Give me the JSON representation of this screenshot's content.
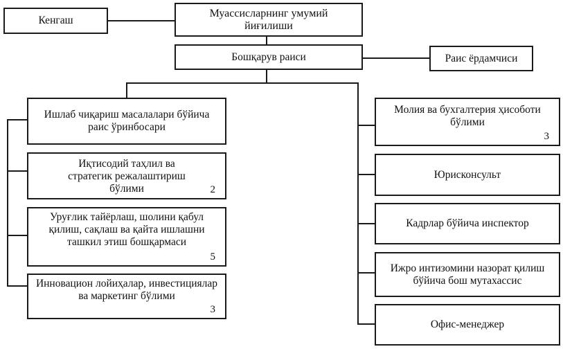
{
  "title": "Organizational structure chart",
  "nodes": {
    "council": {
      "label": "Кенгаш"
    },
    "general_meeting": {
      "label": "Муассисларнинг умумий йиғилиши"
    },
    "board_chairman": {
      "label": "Бошқарув раиси"
    },
    "chairman_assistant": {
      "label": "Раис ёрдамчиси"
    },
    "left_branch": [
      {
        "label": "Ишлаб чиқариш масалалари бўйича раис ўринбосари",
        "count": ""
      },
      {
        "label": "Иқтисодий таҳлил ва стратегик режалаштириш бўлими",
        "count": "2"
      },
      {
        "label": "Уруғлик тайёрлаш, шолини қабул қилиш, сақлаш ва қайта ишлашни ташкил этиш бошқармаси",
        "count": "5"
      },
      {
        "label": "Инновацион лойиҳалар, инвестициялар ва маркетинг бўлими",
        "count": "3"
      }
    ],
    "right_branch": [
      {
        "label": "Молия ва бухгалтерия ҳисоботи бўлими",
        "count": "3"
      },
      {
        "label": "Юрисконсульт",
        "count": ""
      },
      {
        "label": "Кадрлар бўйича инспектор",
        "count": ""
      },
      {
        "label": "Ижро интизомини назорат қилиш бўйича бош мутахассис",
        "count": ""
      },
      {
        "label": "Офис-менеджер",
        "count": ""
      }
    ]
  }
}
